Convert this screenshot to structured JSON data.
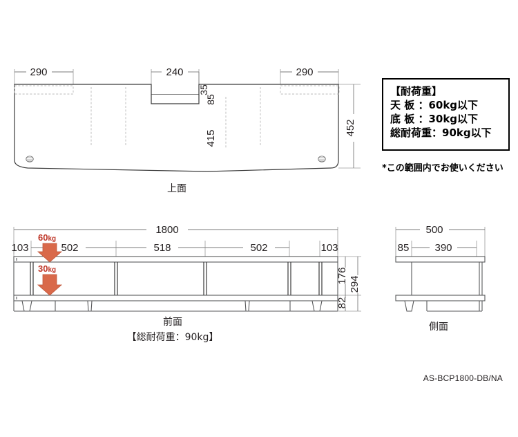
{
  "document": {
    "model_number": "AS-BCP1800-DB/NA",
    "background_color": "#ffffff",
    "line_color": "#58595b",
    "accent_color": "#d9694a",
    "accent_text_color": "#c0392b"
  },
  "load_callout": {
    "title": "【耐荷重】",
    "lines": [
      "天 板 ：60kg以下",
      "底 板 ：30kg以下",
      "総耐荷重：90kg以下"
    ],
    "note": "*この範囲内でお使いください"
  },
  "views": {
    "top": {
      "caption": "上面",
      "dimensions": {
        "left_width": "290",
        "center_notch_width": "240",
        "right_width": "290",
        "notch_lip": "35",
        "notch_depth": "85",
        "center_depth": "415",
        "overall_depth": "452"
      }
    },
    "front": {
      "caption": "前面",
      "sub_caption": "【総耐荷重：90kg】",
      "dimensions": {
        "overall_width": "1800",
        "left_end": "103",
        "bay_1": "502",
        "bay_2": "518",
        "bay_3": "502",
        "right_end": "103",
        "shelf_height": "176",
        "leg_height": "82",
        "total_height": "294"
      },
      "load_arrows": [
        {
          "value": "60",
          "unit": "kg",
          "target": "top-board"
        },
        {
          "value": "30",
          "unit": "kg",
          "target": "bottom-board"
        }
      ]
    },
    "side": {
      "caption": "側面",
      "dimensions": {
        "overall_depth": "500",
        "front_offset": "85",
        "inner_depth": "390"
      }
    }
  }
}
